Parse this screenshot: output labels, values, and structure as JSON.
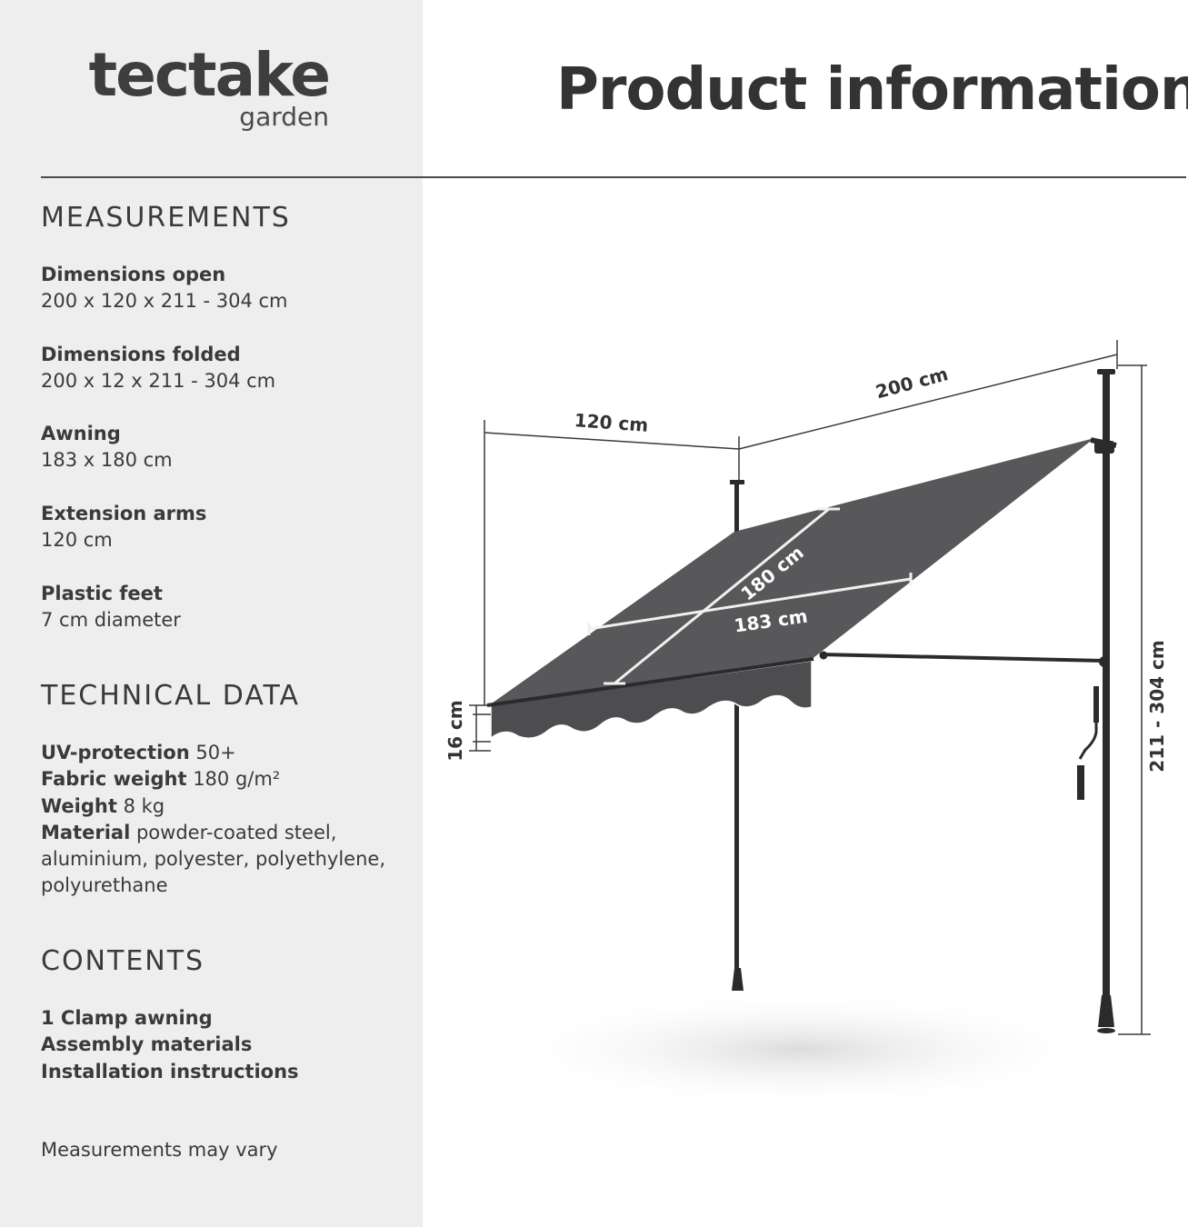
{
  "brand": {
    "name": "tectake",
    "subtitle": "garden"
  },
  "title": "Product information",
  "measurements": {
    "heading": "MEASUREMENTS",
    "items": [
      {
        "label": "Dimensions open",
        "value": "200 x 120 x 211 - 304 cm"
      },
      {
        "label": "Dimensions folded",
        "value": "200 x 12 x 211 - 304 cm"
      },
      {
        "label": "Awning",
        "value": "183 x 180 cm"
      },
      {
        "label": "Extension arms",
        "value": "120 cm"
      },
      {
        "label": "Plastic feet",
        "value": "7 cm diameter"
      }
    ]
  },
  "technical": {
    "heading": "TECHNICAL DATA",
    "uv_label": "UV-protection",
    "uv_value": "50+",
    "fabric_label": "Fabric weight",
    "fabric_value": "180 g/m²",
    "weight_label": "Weight",
    "weight_value": "8 kg",
    "material_label": "Material",
    "material_value": "powder-coated steel, aluminium, polyester, polyethylene, polyurethane"
  },
  "contents": {
    "heading": "CONTENTS",
    "items": [
      "1 Clamp awning",
      "Assembly materials",
      "Installation instructions"
    ]
  },
  "note": "Measurements may vary",
  "diagram": {
    "width_label": "200 cm",
    "depth_label": "120 cm",
    "height_label": "211 - 304 cm",
    "valance_label": "16 cm",
    "fabric_length_label": "180 cm",
    "fabric_width_label": "183 cm"
  },
  "colors": {
    "sidebar_bg": "#eeeeee",
    "fabric": "#58585b",
    "frame": "#2b2b2d"
  }
}
